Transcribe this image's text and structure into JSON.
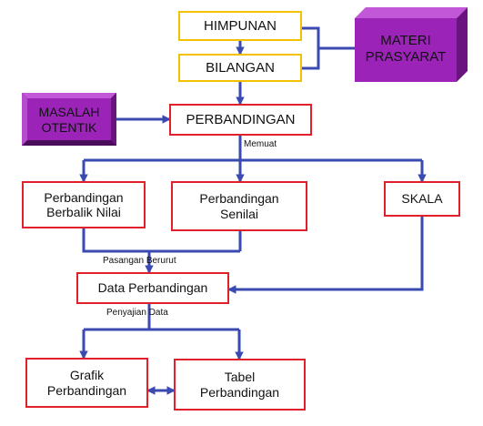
{
  "colors": {
    "connector": "#3a4ab0",
    "box_border_red": "#e0202a",
    "box_border_yellow": "#f2c200",
    "purple_face": "#9b23b8",
    "purple_top": "#c257d8",
    "purple_side": "#6a157f",
    "purple_shadow": "#4b0d5a"
  },
  "nodes": {
    "himpunan": "HIMPUNAN",
    "bilangan": "BILANGAN",
    "materi_prasyarat": {
      "line1": "MATERI",
      "line2": "PRASYARAT"
    },
    "masalah_otentik": {
      "line1": "MASALAH",
      "line2": "OTENTIK"
    },
    "perbandingan": "PERBANDINGAN",
    "perbandingan_berbalik_nilai": {
      "line1": "Perbandingan",
      "line2": "Berbalik Nilai"
    },
    "perbandingan_senilai": {
      "line1": "Perbandingan",
      "line2": "Senilai"
    },
    "skala": "SKALA",
    "data_perbandingan": "Data Perbandingan",
    "grafik_perbandingan": {
      "line1": "Grafik",
      "line2": "Perbandingan"
    },
    "tabel_perbandingan": {
      "line1": "Tabel",
      "line2": "Perbandingan"
    }
  },
  "edge_labels": {
    "memuat": "Memuat",
    "pasangan_berurut": "Pasangan Berurut",
    "penyajian_data": "Penyajian Data"
  }
}
